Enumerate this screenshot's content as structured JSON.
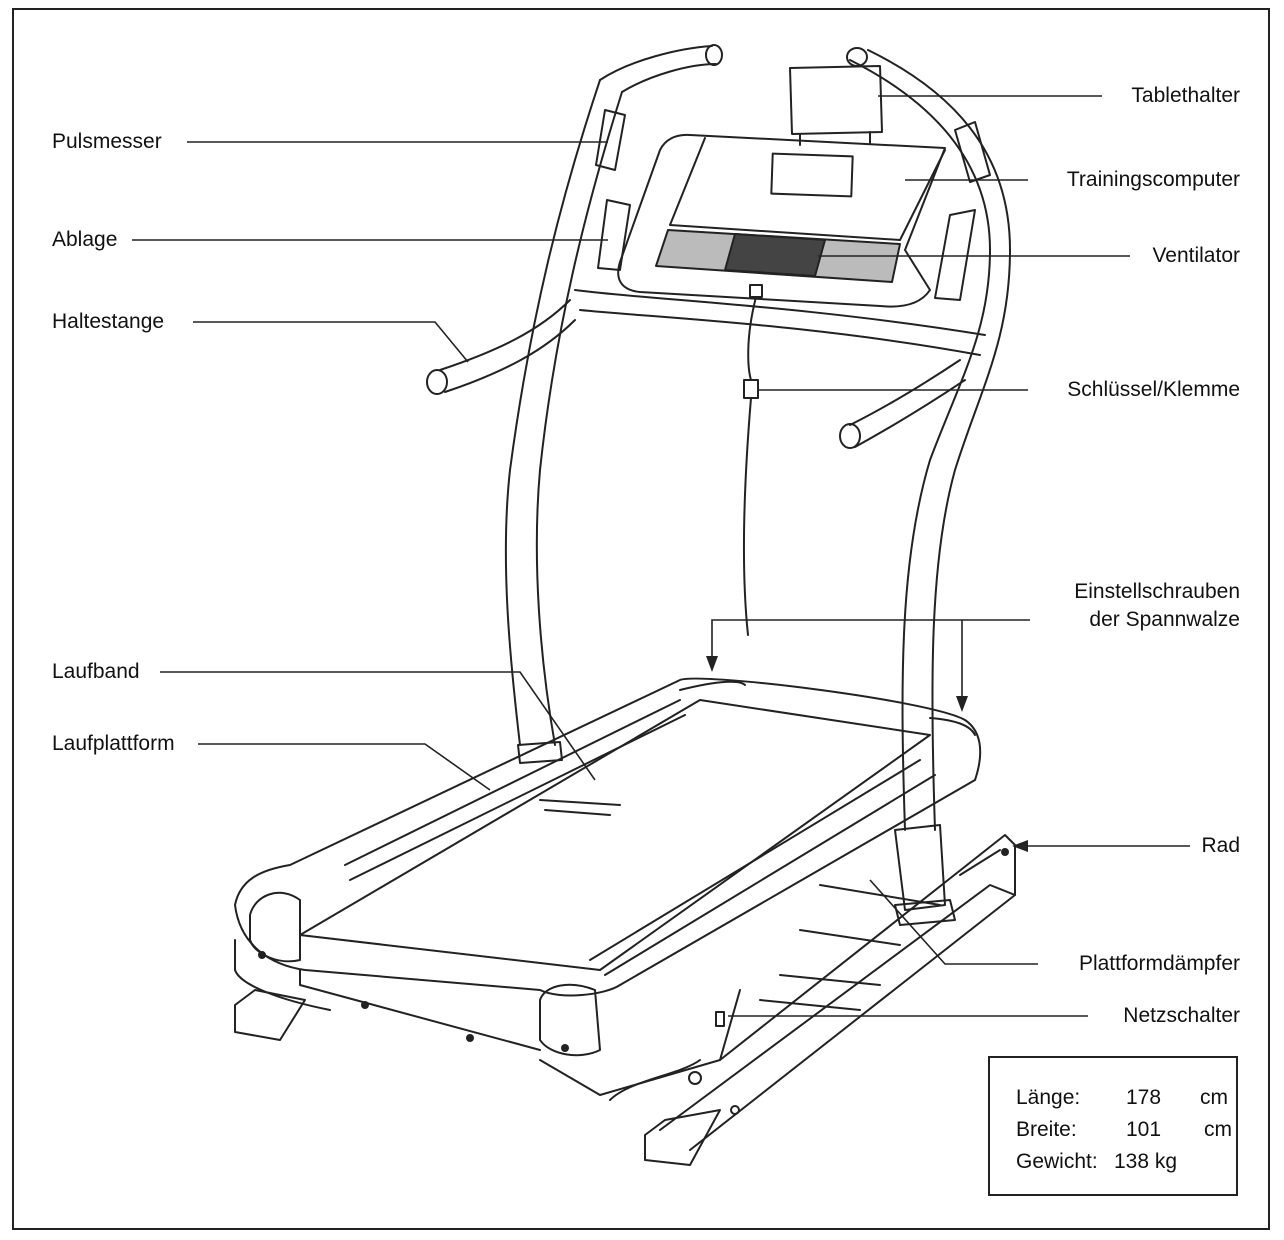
{
  "labels": {
    "pulsmesser": "Pulsmesser",
    "ablage": "Ablage",
    "haltestange": "Haltestange",
    "laufband": "Laufband",
    "laufplattform": "Laufplattform",
    "tablethalter": "Tablethalter",
    "trainingscomputer": "Trainingscomputer",
    "ventilator": "Ventilator",
    "schluessel": "Schlüssel/Klemme",
    "einstell_1": "Einstellschrauben",
    "einstell_2": "der Spannwalze",
    "rad": "Rad",
    "plattformdaempfer": "Plattformdämpfer",
    "netzschalter": "Netzschalter"
  },
  "specs": [
    {
      "label": "Länge:",
      "value": "178",
      "unit": "cm"
    },
    {
      "label": "Breite:",
      "value": "101",
      "unit": "cm"
    },
    {
      "label": "Gewicht:",
      "value": "138 kg",
      "unit": ""
    }
  ]
}
